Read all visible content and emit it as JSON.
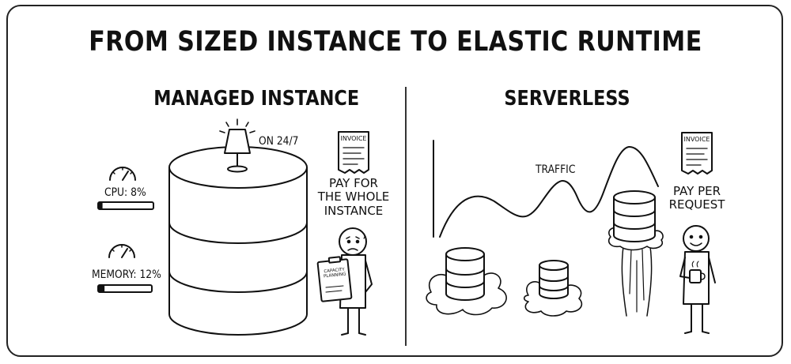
{
  "title": "FROM SIZED INSTANCE TO ELASTIC RUNTIME",
  "left": {
    "heading": "MANAGED INSTANCE",
    "lamp_label": "ON 24/7",
    "cpu_label": "CPU: 8%",
    "cpu_usage": 0.08,
    "memory_label": "MEMORY: 12%",
    "memory_usage": 0.12,
    "invoice_label": "INVOICE",
    "pay_line1": "PAY FOR",
    "pay_line2": "THE WHOLE",
    "pay_line3": "INSTANCE",
    "clipboard_line1": "CAPACITY",
    "clipboard_line2": "PLANNING"
  },
  "right": {
    "heading": "SERVERLESS",
    "traffic_label": "TRAFFIC",
    "invoice_label": "INVOICE",
    "pay_line1": "PAY PER",
    "pay_line2": "REQUEST"
  }
}
